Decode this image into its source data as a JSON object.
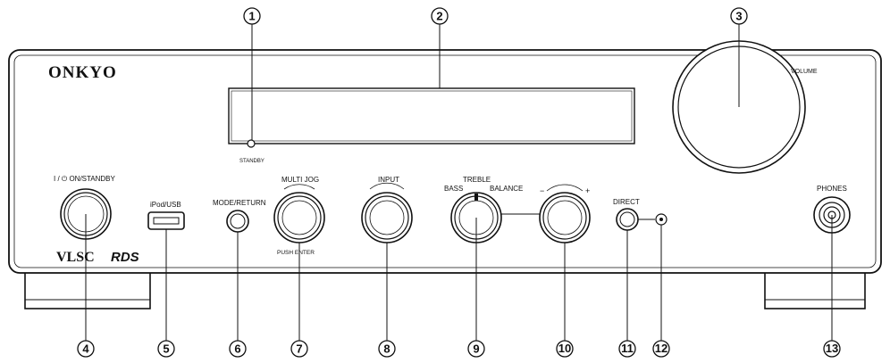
{
  "brand": "ONKYO",
  "logos": {
    "visc": "VLSC",
    "rds": "RDS"
  },
  "labels": {
    "standby": "STANDBY",
    "volume": "VOLUME",
    "on_standby": "I / ⏻ ON/STANDBY",
    "ipod_usb": "iPod/USB",
    "mode_return": "MODE/RETURN",
    "multi_jog": "MULTI JOG",
    "push_enter": "PUSH  ENTER",
    "input": "INPUT",
    "bass": "BASS",
    "treble": "TREBLE",
    "balance": "BALANCE",
    "minus": "−",
    "plus": "+",
    "direct": "DIRECT",
    "phones": "PHONES"
  },
  "callouts": [
    "1",
    "2",
    "3",
    "4",
    "5",
    "6",
    "7",
    "8",
    "9",
    "10",
    "11",
    "12",
    "13"
  ],
  "colors": {
    "line": "#111111",
    "face": "#ffffff",
    "display": "#ffffff"
  }
}
